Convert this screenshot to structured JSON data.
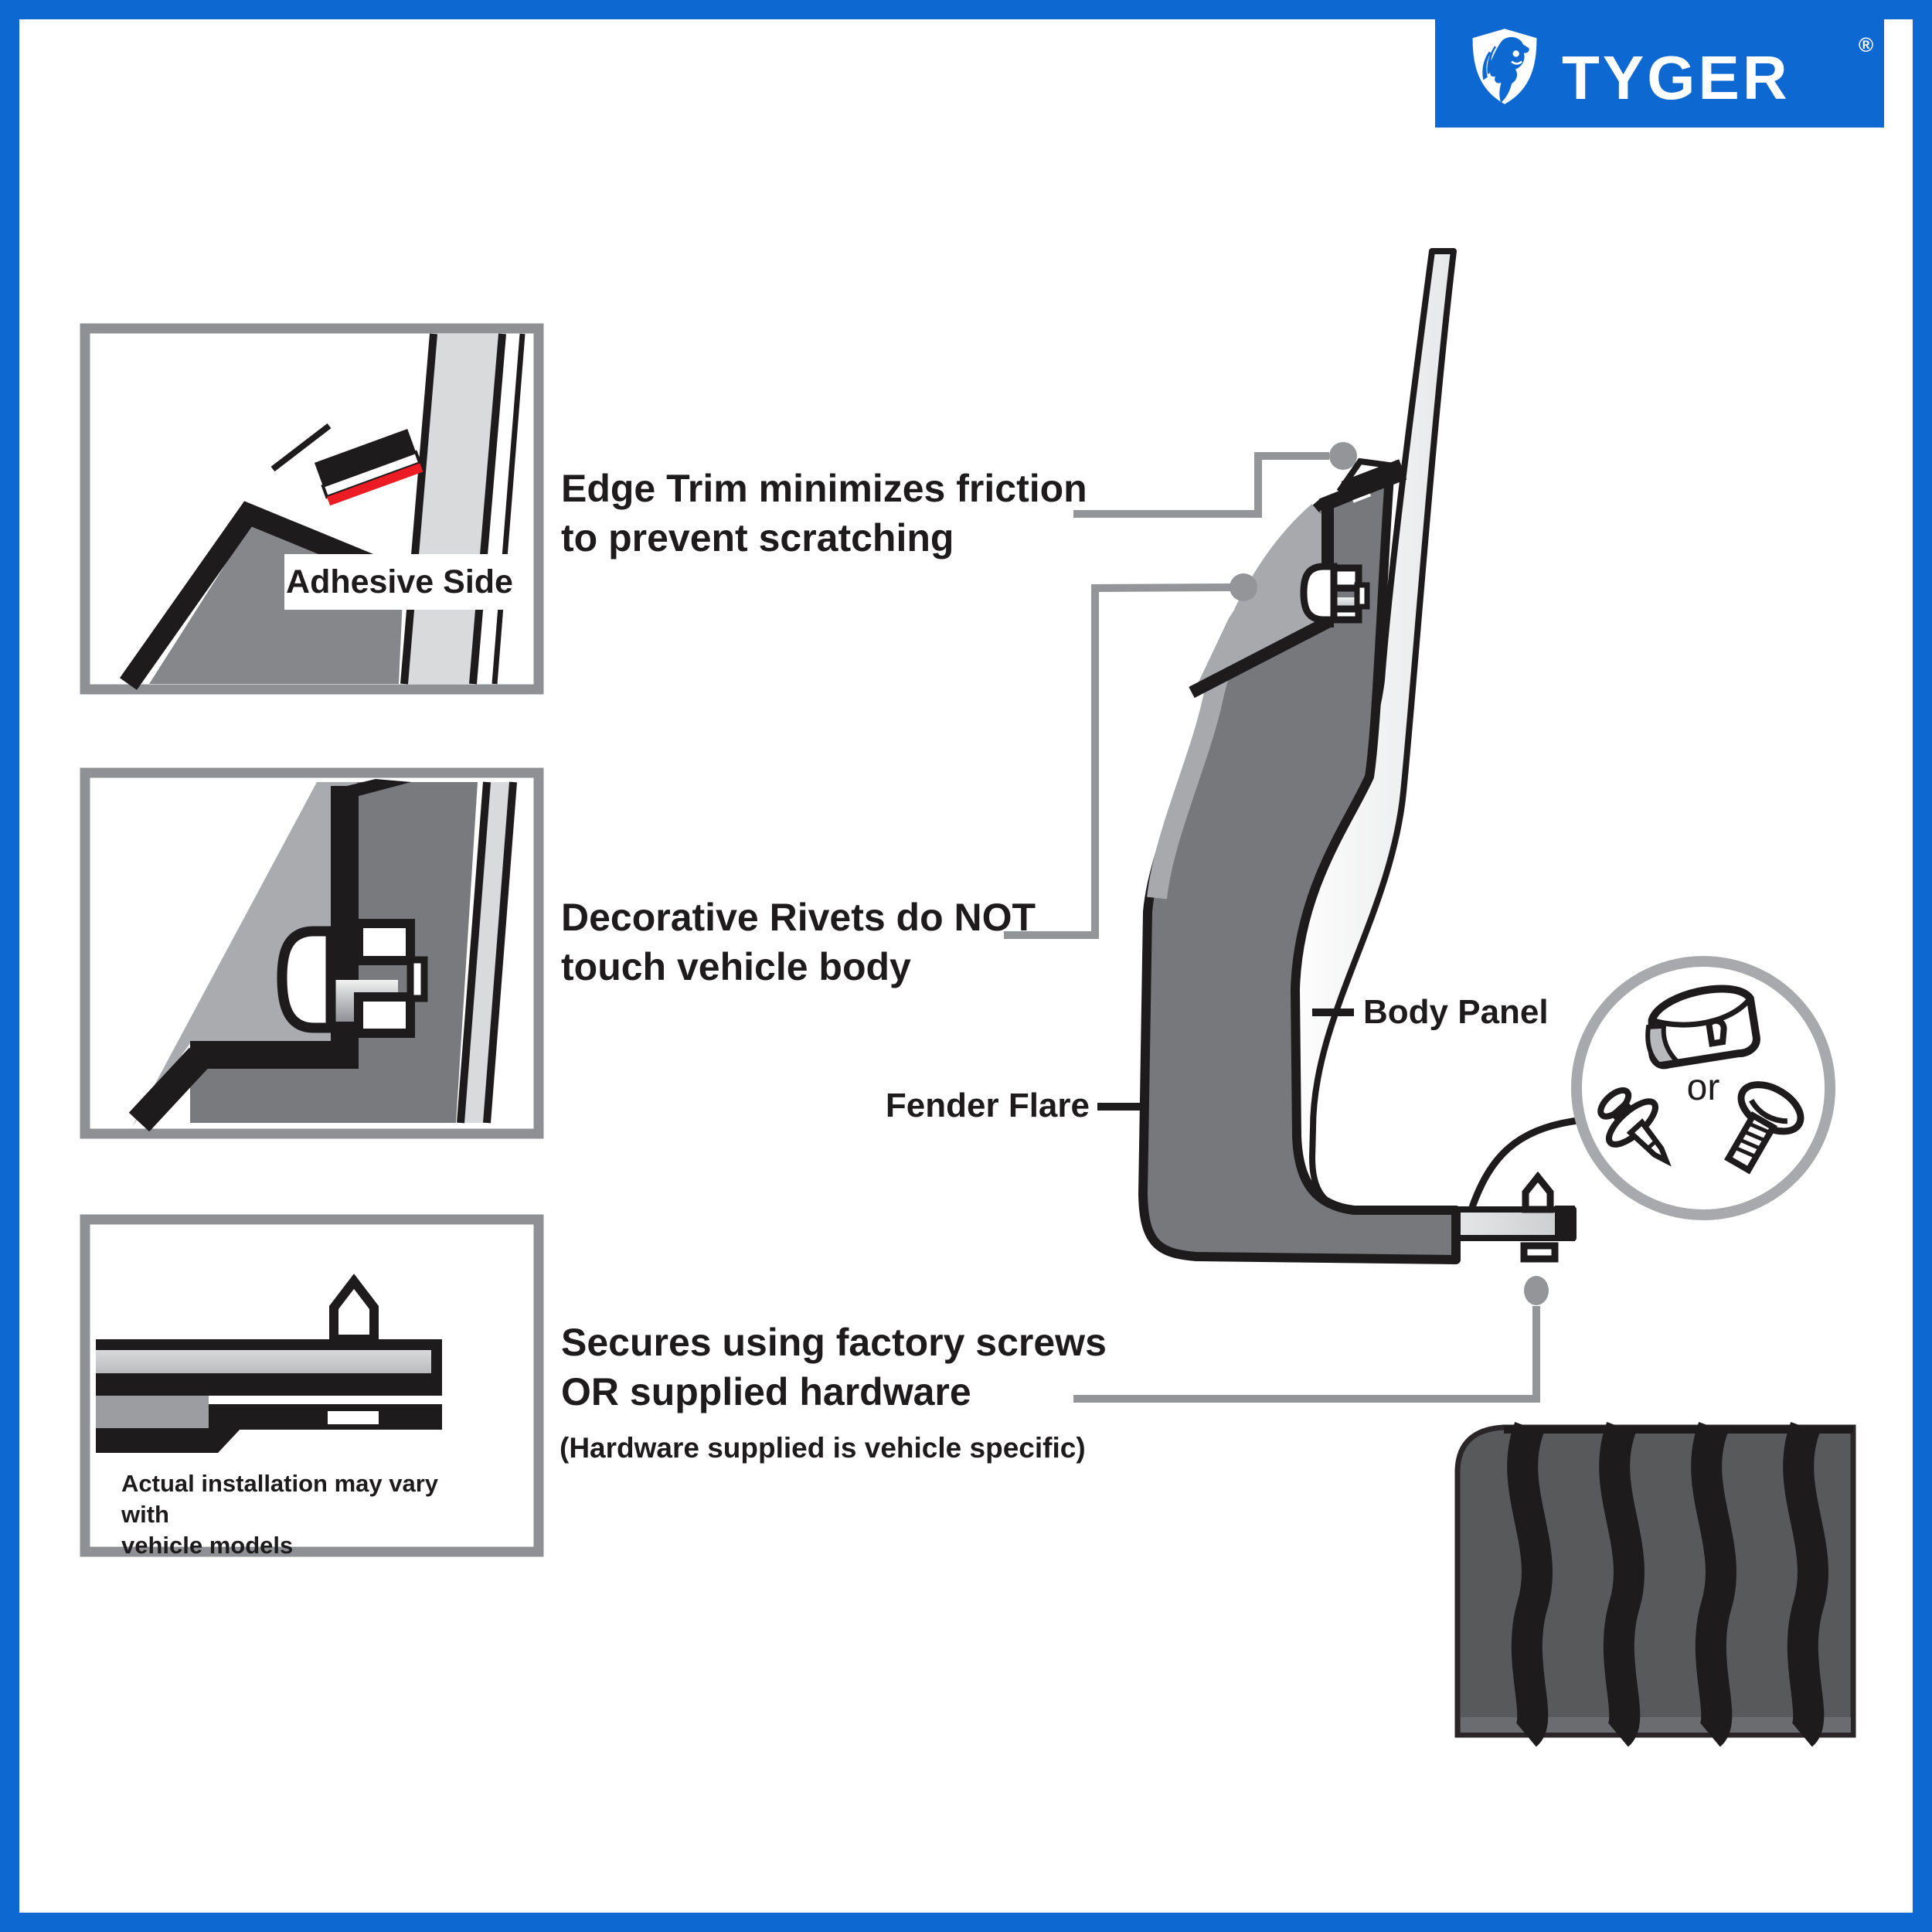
{
  "brand": {
    "name": "TYGER",
    "registered": "®"
  },
  "colors": {
    "frame_blue": "#0e68d2",
    "outline_black": "#1e1b1c",
    "flare_gray": "#77787b",
    "light_gray": "#a7a9ac",
    "panel_light": "#d9dadc",
    "connector_gray": "#939598",
    "tread_gray": "#58595b",
    "adhesive_red": "#ed1c24"
  },
  "annotations": {
    "edge_trim": {
      "line1": "Edge Trim minimizes friction",
      "line2": "to prevent scratching"
    },
    "rivets": {
      "line1": "Decorative Rivets do NOT",
      "line2": "touch vehicle body"
    },
    "secures": {
      "line1": "Secures using factory screws",
      "line2": "OR supplied hardware",
      "sub": "(Hardware supplied is vehicle specific)"
    }
  },
  "labels": {
    "fender_flare": "Fender Flare",
    "body_panel": "Body Panel",
    "adhesive_side": "Adhesive Side",
    "or": "or"
  },
  "insets": {
    "install_note_line1": "Actual installation may vary with",
    "install_note_line2": "vehicle models"
  }
}
